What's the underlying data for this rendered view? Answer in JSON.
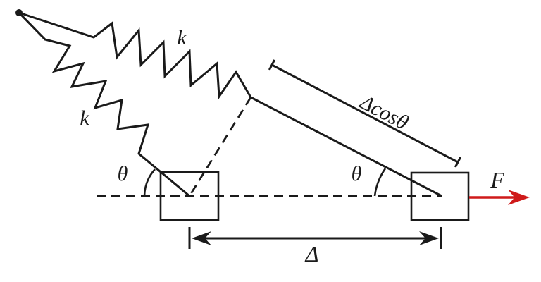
{
  "figure": {
    "labels": {
      "spring_top": "k",
      "spring_bottom": "k",
      "angle_left": "θ",
      "angle_right": "θ",
      "projection": "Δcosθ",
      "displacement": "Δ",
      "force": "F"
    },
    "colors": {
      "ink": "#1a1a1a",
      "force": "#cf1a1a",
      "background": "#ffffff"
    }
  }
}
